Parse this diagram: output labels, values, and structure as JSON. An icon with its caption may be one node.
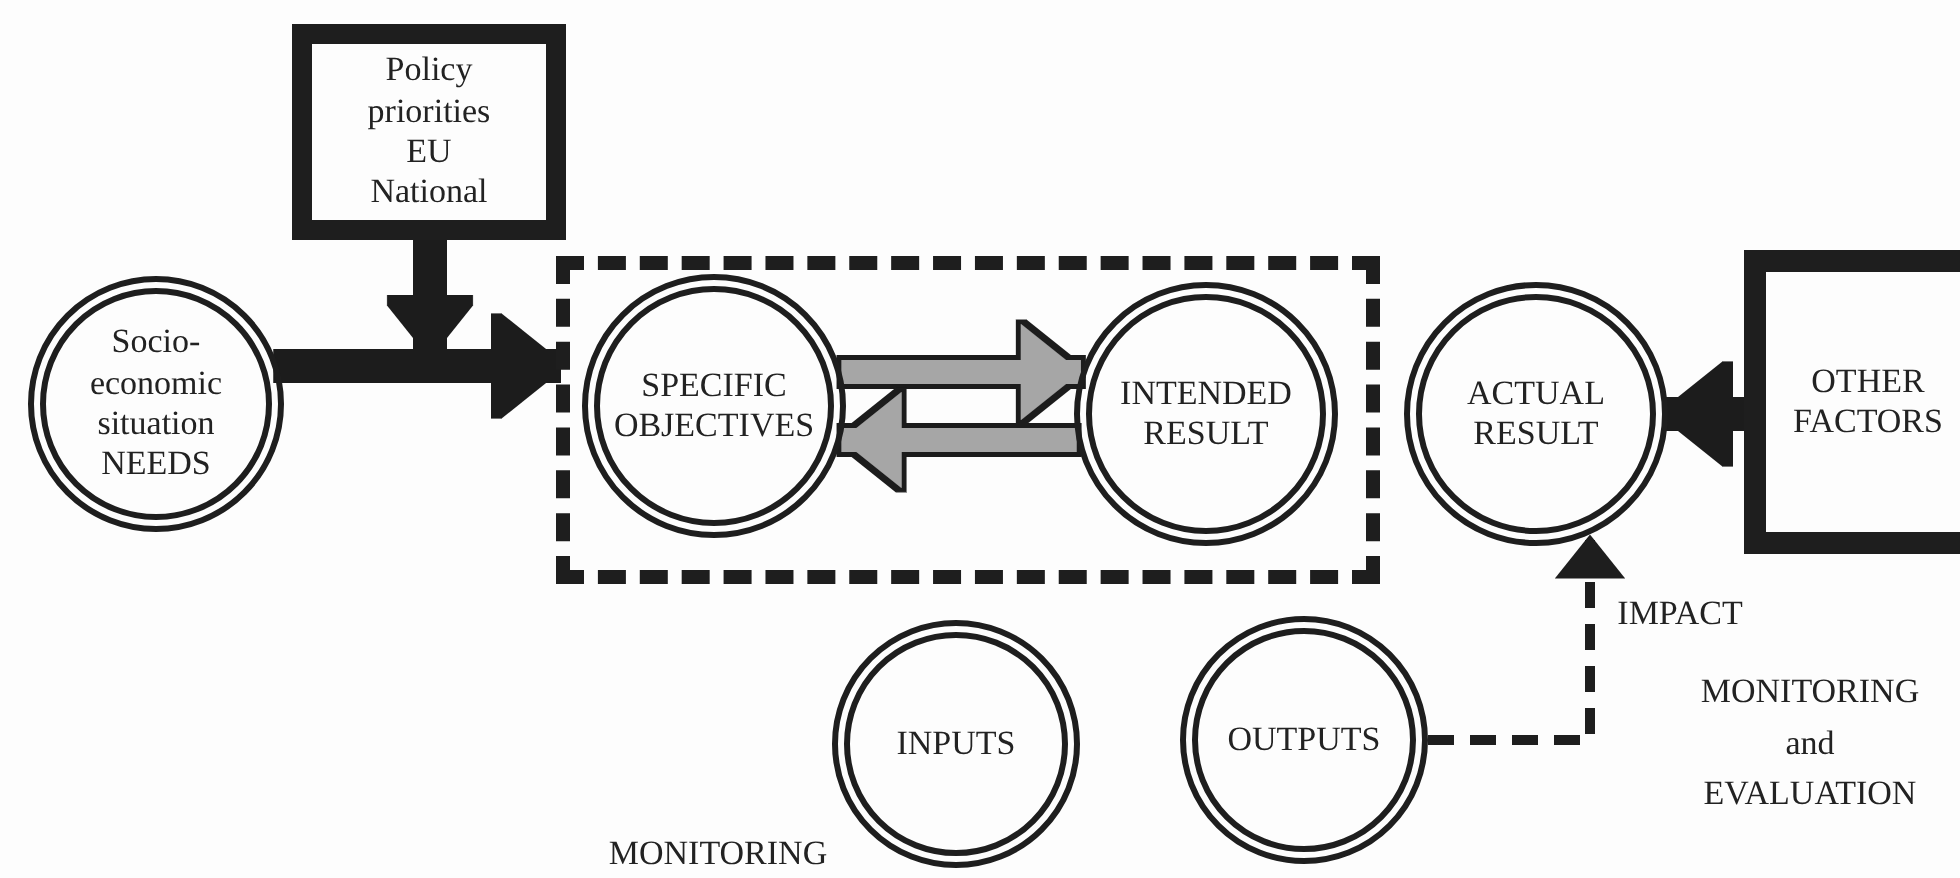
{
  "diagram": {
    "nodes": [
      {
        "text": [
          "Socio-economic situation NEEDS"
        ]
      },
      {
        "text": [
          "Policy priorities EU National"
        ]
      },
      {
        "text": [],
        "shape": "box"
      },
      {
        "text": [
          "SPECIFIC OBJECTIVES"
        ],
        "in": 2
      },
      {
        "text": [
          "INTENDED RESULT"
        ],
        "in": 2
      },
      {
        "text": [
          "ACTUAL RESULT"
        ]
      },
      {
        "text": [
          "OTHER FACTORS"
        ]
      },
      {
        "text": [
          "INPUTS"
        ]
      },
      {
        "text": [
          "OUTPUTS"
        ]
      }
    ],
    "edges": [
      {
        "from": 0,
        "to": 2,
        "arrow": "to"
      },
      {
        "from": 1,
        "to": null,
        "arrow": "to"
      },
      {
        "from": 3,
        "to": 4,
        "arrow": "to",
        "color": "#a6a6a6"
      },
      {
        "from": 4,
        "to": 3,
        "arrow": "to",
        "color": "#a6a6a6"
      },
      {
        "from": 6,
        "to": 5,
        "arrow": "to"
      },
      {
        "from": 8,
        "to": 5,
        "arrow": "to",
        "style": "dashed"
      }
    ],
    "labels": [
      "IMPACT",
      "MONITORING and EVALUATION",
      "MONITORING"
    ]
  }
}
